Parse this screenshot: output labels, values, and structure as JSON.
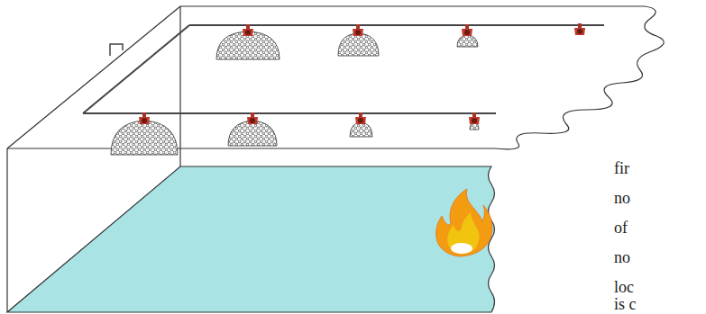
{
  "diagram": {
    "labels": [
      "fir",
      "no",
      "of",
      "no",
      "loc",
      "is c"
    ]
  }
}
